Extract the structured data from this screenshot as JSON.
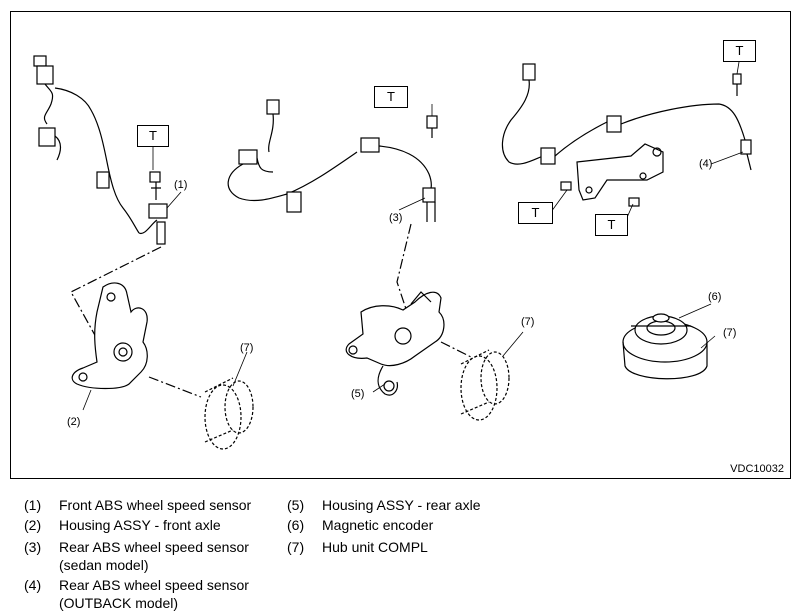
{
  "torque_symbol": "T",
  "figure_id": "VDC10032",
  "callouts": [
    "(1)",
    "(2)",
    "(3)",
    "(4)",
    "(5)",
    "(6)",
    "(7)"
  ],
  "legend": [
    {
      "num": "(1)",
      "text": "Front ABS wheel speed sensor"
    },
    {
      "num": "(2)",
      "text": "Housing ASSY - front axle"
    },
    {
      "num": "(3)",
      "text": "Rear ABS wheel speed sensor",
      "text2": "(sedan model)"
    },
    {
      "num": "(4)",
      "text": "Rear ABS wheel speed sensor",
      "text2": "(OUTBACK model)"
    },
    {
      "num": "(5)",
      "text": "Housing ASSY - rear axle"
    },
    {
      "num": "(6)",
      "text": "Magnetic encoder"
    },
    {
      "num": "(7)",
      "text": "Hub unit COMPL"
    }
  ]
}
